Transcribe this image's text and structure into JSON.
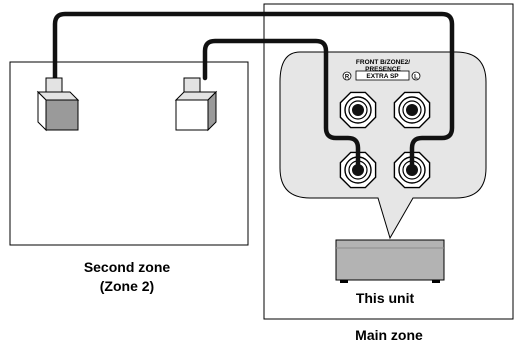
{
  "zones": {
    "second_zone_line1": "Second zone",
    "second_zone_line2": "(Zone 2)",
    "main_zone": "Main zone"
  },
  "unit": {
    "label": "This unit"
  },
  "terminal_panel": {
    "line1": "FRONT B/ZONE2/",
    "line2": "PRESENCE",
    "right_mark": "R",
    "badge": "EXTRA SP",
    "left_mark": "L"
  },
  "colors": {
    "cable": "#111111",
    "panel_fill": "#e6e6e6",
    "unit_fill": "#b3b3b3",
    "speaker_fill": "#e3e3e3",
    "speaker_side": "#9a9a9a"
  }
}
